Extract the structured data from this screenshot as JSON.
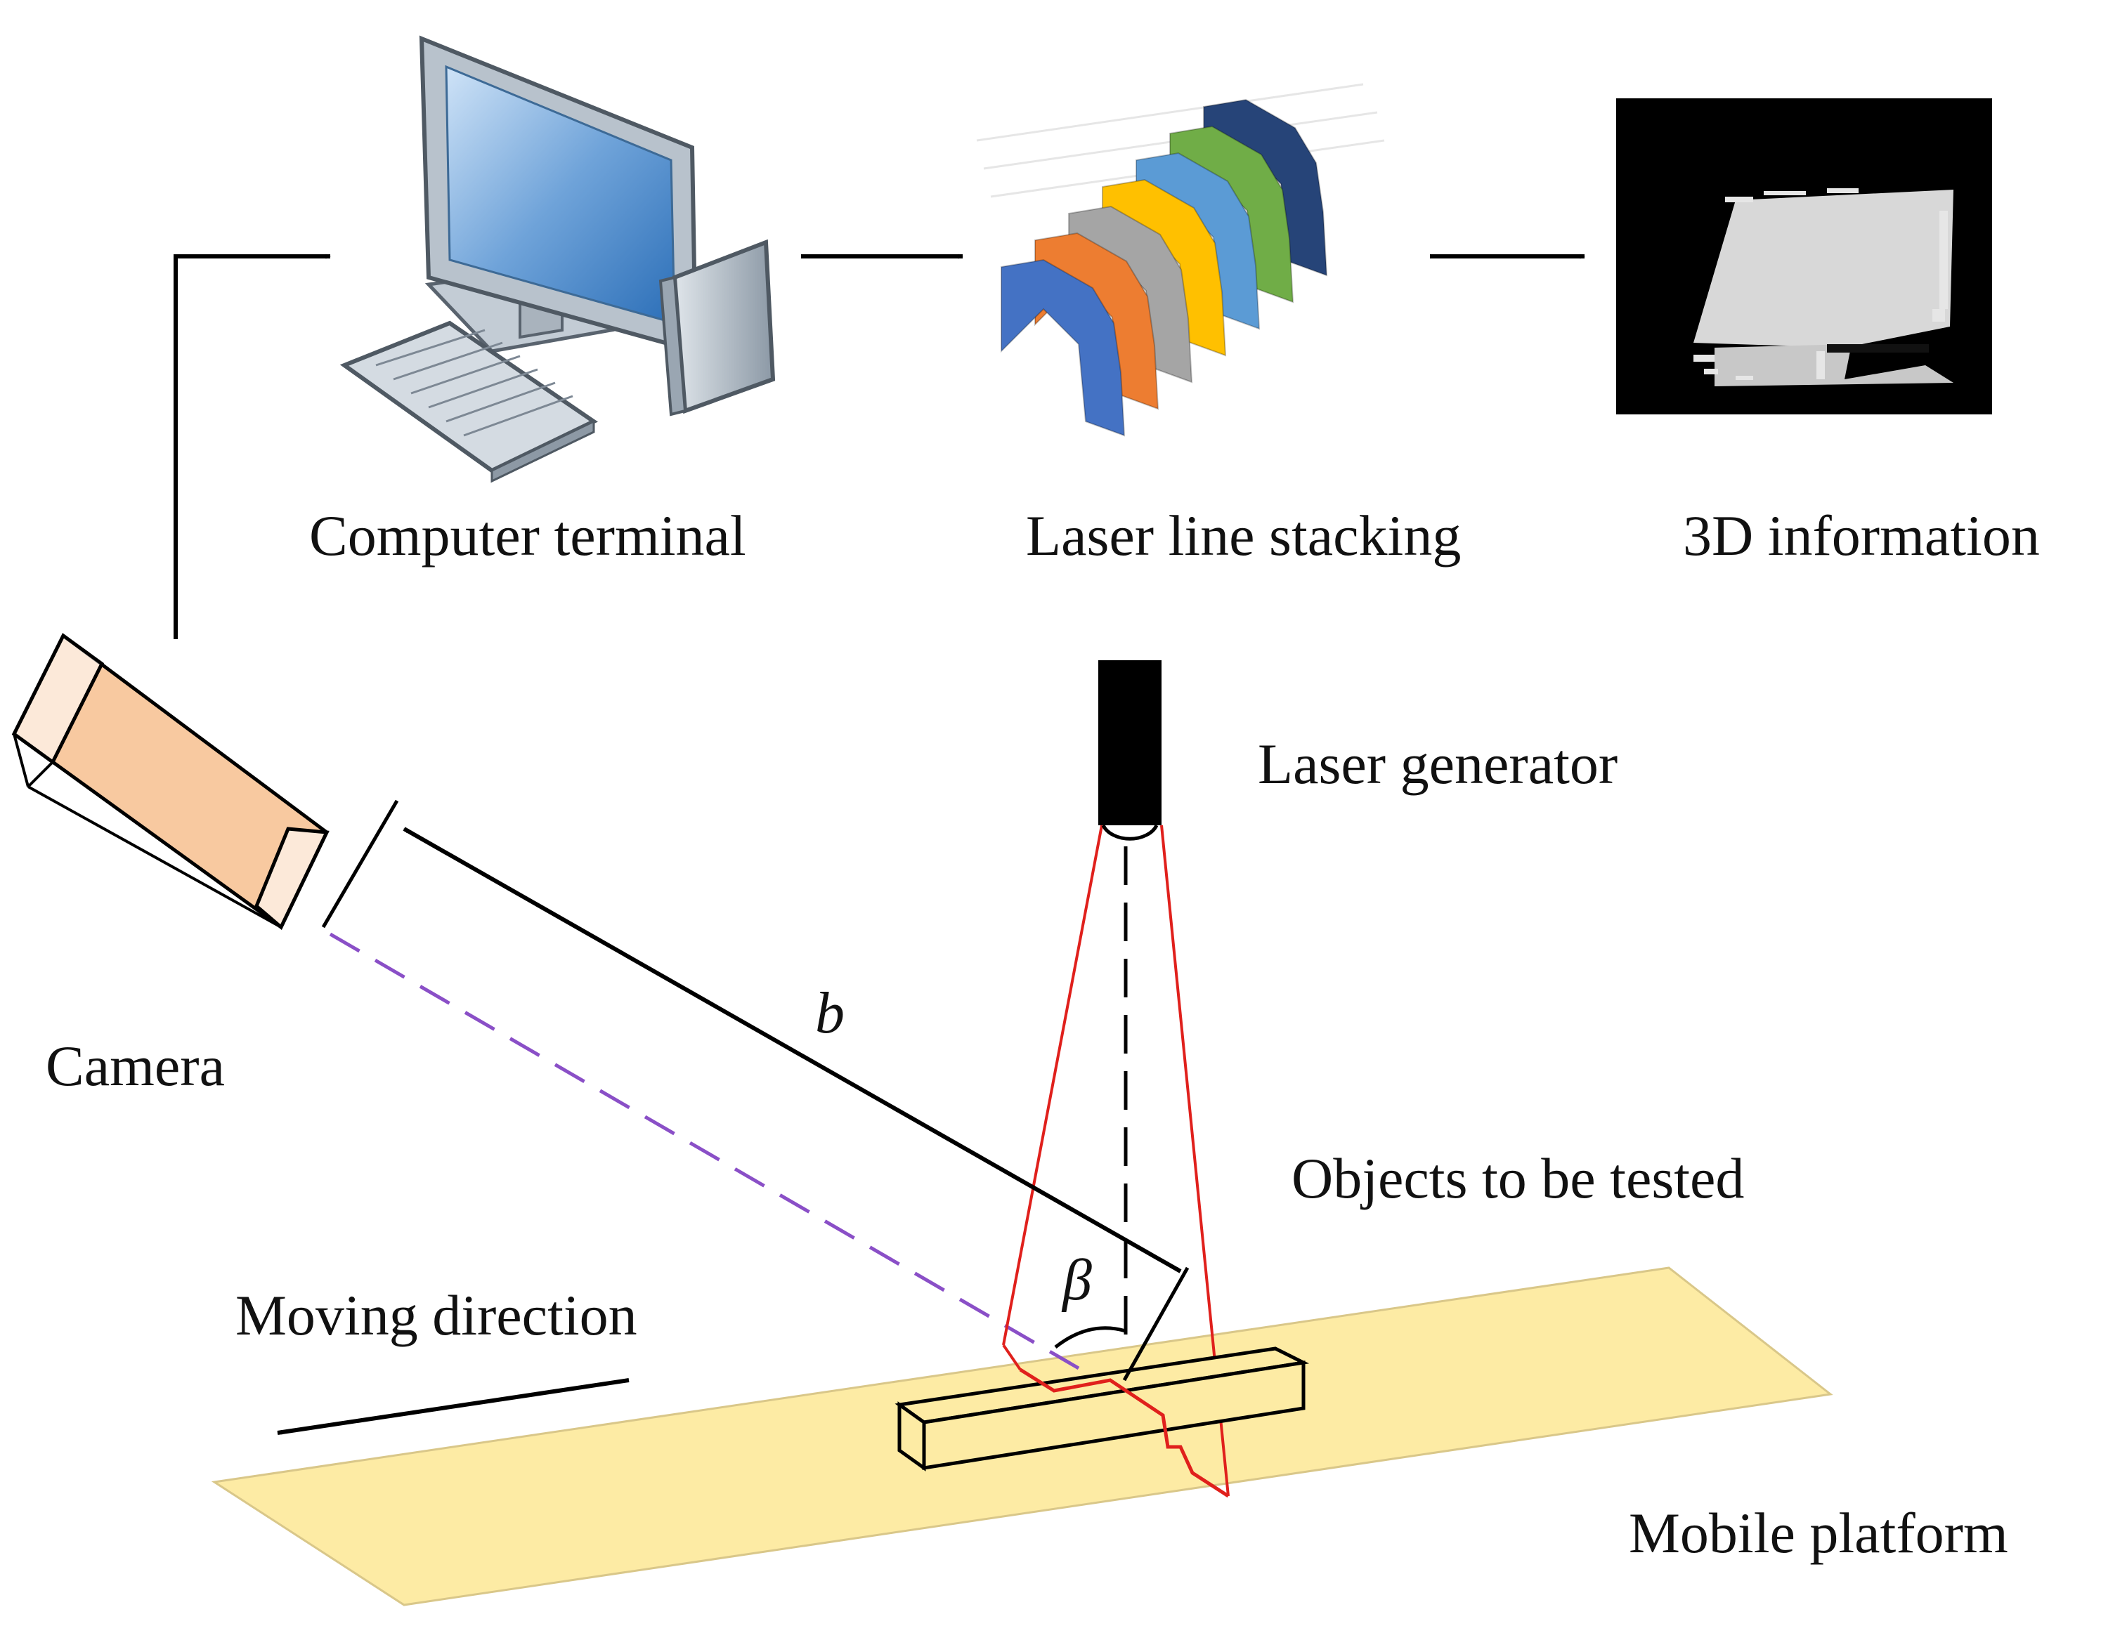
{
  "labels": {
    "computer_terminal": "Computer terminal",
    "laser_line_stacking": "Laser line stacking",
    "three_d_information": "3D information",
    "laser_generator": "Laser generator",
    "camera": "Camera",
    "baseline": "b",
    "angle": "β",
    "objects_to_be_tested": "Objects to be tested",
    "moving_direction": "Moving direction",
    "mobile_platform": "Mobile platform"
  },
  "colors": {
    "platform_fill": "#fdeba4",
    "camera_body": "#f8c9a0",
    "laser_fan": "#e0201c",
    "camera_ray": "#8a4fc7",
    "stack_layers": [
      "#4472c4",
      "#ed7d31",
      "#a5a5a5",
      "#ffc000",
      "#5b9bd5",
      "#70ad47",
      "#264478"
    ]
  },
  "icons": {
    "computer": "desktop-computer-icon",
    "stack": "laser-profile-stack-icon",
    "scan": "point-cloud-scan-icon"
  }
}
